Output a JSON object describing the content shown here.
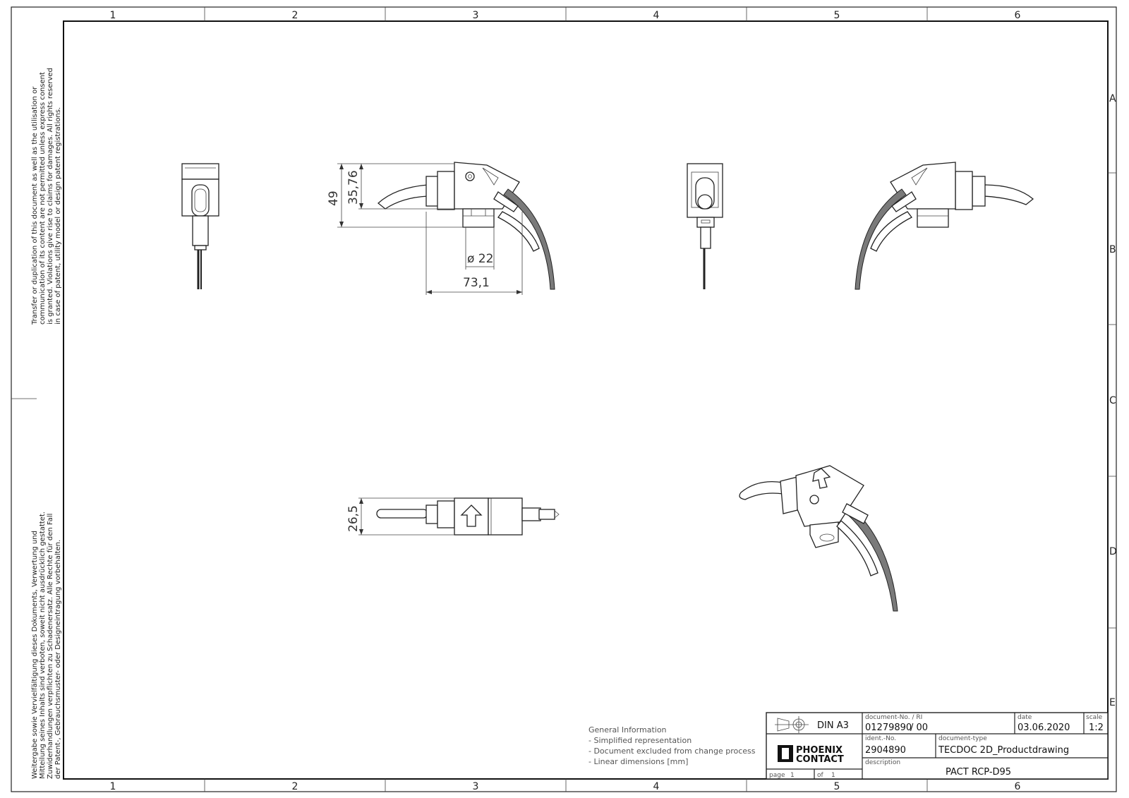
{
  "grid": {
    "columns": [
      "1",
      "2",
      "3",
      "4",
      "5",
      "6"
    ],
    "rows": [
      "A",
      "B",
      "C",
      "D",
      "E"
    ]
  },
  "side_notes": {
    "english": [
      "Transfer or duplication of this document as well as the utilisation or",
      "communication of its content are not permitted unless express consent",
      "is granted. Violations give rise to claims for damages. All rights reserved",
      "in case of patent, utility model or design patent registrations."
    ],
    "german": [
      "Weitergabe sowie Vervielfältigung dieses Dokuments, Verwertung und",
      "Mitteilung seines Inhalts sind verboten, soweit nicht ausdrücklich gestattet.",
      "Zuwiderhandlungen verpflichten zu Schadenersatz. Alle Rechte für den Fall",
      "der Patent-, Gebrauchsmuster- oder Designeintragung vorbehalten."
    ]
  },
  "dimensions": {
    "height_total": "49",
    "height_inner": "35,76",
    "diameter": "ø 22",
    "length": "73,1",
    "width_top": "26,5"
  },
  "general_info": {
    "heading": "General Information",
    "items": [
      "- Simplified representation",
      "- Document excluded from change process",
      "- Linear dimensions [mm]"
    ]
  },
  "title_block": {
    "format": "DIN A3",
    "logo_line1": "PHOENIX",
    "logo_line2": "CONTACT",
    "page_label": "page",
    "page_value": "1",
    "of_label": "of",
    "of_value": "1",
    "document_no_label": "document-No. / RI",
    "document_no_value": "01279890",
    "revision_value": "/ 00",
    "date_label": "date",
    "date_value": "03.06.2020",
    "scale_label": "scale",
    "scale_value": "1:2",
    "ident_label": "ident.-No.",
    "ident_value": "2904890",
    "document_type_label": "document-type",
    "document_type_value": "TECDOC 2D_Productdrawing",
    "description_label": "description",
    "description_value": "PACT RCP-D95"
  },
  "colors": {
    "line": "#222222",
    "cable": "#7a7a7a",
    "paper": "#ffffff"
  }
}
